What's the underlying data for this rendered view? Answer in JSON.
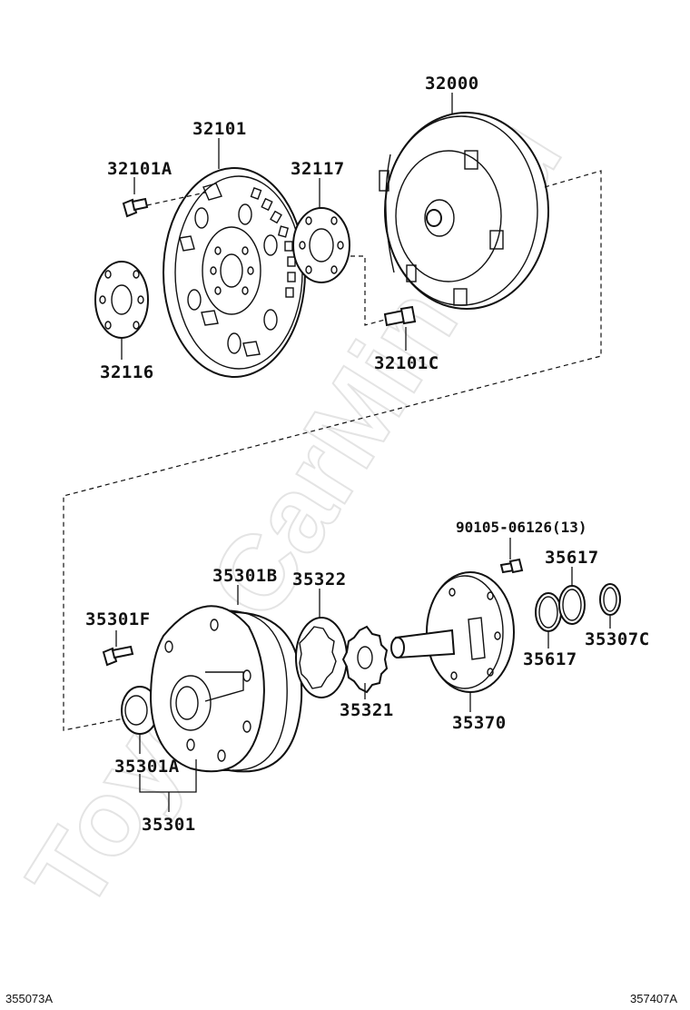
{
  "watermark": "ToyotaCarMine.ru",
  "footer": {
    "left_code": "355073A",
    "right_code": "357407A"
  },
  "part_labels": {
    "p32000": "32000",
    "p32101": "32101",
    "p32101A": "32101A",
    "p32117": "32117",
    "p32116": "32116",
    "p32101C": "32101C",
    "p90105": "90105-06126(13)",
    "p35617_top": "35617",
    "p35617_bottom": "35617",
    "p35307C": "35307C",
    "p35301B": "35301B",
    "p35322": "35322",
    "p35301F": "35301F",
    "p35321": "35321",
    "p35370": "35370",
    "p35301A": "35301A",
    "p35301": "35301"
  }
}
